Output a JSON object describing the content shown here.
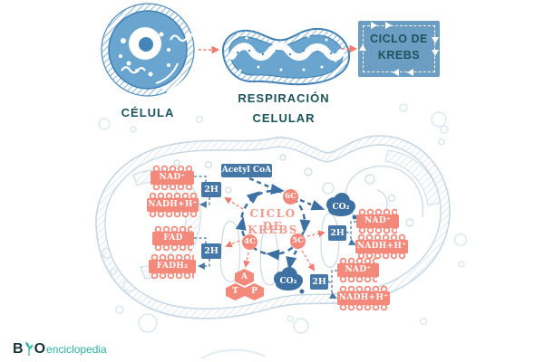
{
  "colors": {
    "accent_blue": "#4678a7",
    "arrow_blue": "#3d71a3",
    "salmon": "#f2897b",
    "salmon_title": "#f0998c",
    "teal_dark": "#1b545c",
    "red_arrow": "#ef7c6e",
    "logo_teal": "#2cb1a3",
    "mito_outline": "#c6d6e2",
    "illustration_blue": "#69a5ce",
    "krebs_box_bg": "#6c9dc2"
  },
  "header": {
    "cell_label": "CÉLULA",
    "respiration_line1": "RESPIRACIÓN",
    "respiration_line2": "CELULAR",
    "krebs_box_line1": "CICLO DE",
    "krebs_box_line2": "KREBS"
  },
  "cycle": {
    "acetyl_coa": "Acetyl CoA",
    "title_line1": "CICLO DE",
    "title_line2": "KREBS",
    "node_6c": "6C",
    "node_5c": "5C",
    "node_4c": "4C",
    "co2_right": "CO₂",
    "co2_bottom": "CO₂",
    "h2_left_top": "2H",
    "h2_left_bottom": "2H",
    "h2_right": "2H",
    "h2_bottom": "2H",
    "nad_left": "NAD⁺",
    "nadh_left": "NADH+H⁺",
    "fad": "FAD",
    "fadh2": "FADH₂",
    "nad_right_top": "NAD⁺",
    "nadh_right_top": "NADH+H⁺",
    "nad_right_bottom": "NAD⁺",
    "nadh_right_bottom": "NADH+H⁺",
    "atp_a": "A",
    "atp_t": "T",
    "atp_p": "P"
  },
  "logo": {
    "b": "B",
    "o": "O",
    "name": "enciclopedia"
  }
}
